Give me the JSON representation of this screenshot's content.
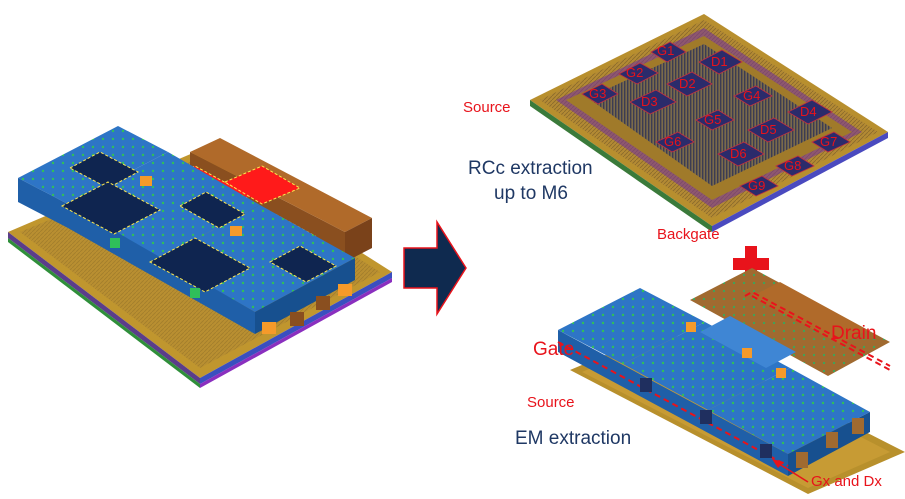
{
  "labels": {
    "source_top": "Source",
    "rcc_line1": "RCc extraction",
    "rcc_line2": "up to M6",
    "backgate": "Backgate",
    "gate": "Gate",
    "drain": "Drain",
    "source_bottom": "Source",
    "em_extraction": "EM extraction",
    "gx_dx": "Gx and Dx"
  },
  "chip_labels": [
    "G1",
    "D1",
    "G2",
    "D2",
    "G3",
    "G4",
    "D3",
    "D4",
    "G5",
    "D5",
    "G6",
    "G7",
    "D6",
    "G8",
    "G9"
  ],
  "colors": {
    "label_red": "#e8131b",
    "label_navy": "#1f3864",
    "arrow_fill": "#0f2a4f",
    "arrow_stroke": "#e8131b",
    "plus": "#e8131b",
    "metal_blue": "#2e75c6",
    "metal_dark": "#0f2550",
    "gold": "#b8902c",
    "copper": "#a0652c",
    "red_pad": "#ff1a1a",
    "orange": "#f59a2a"
  }
}
